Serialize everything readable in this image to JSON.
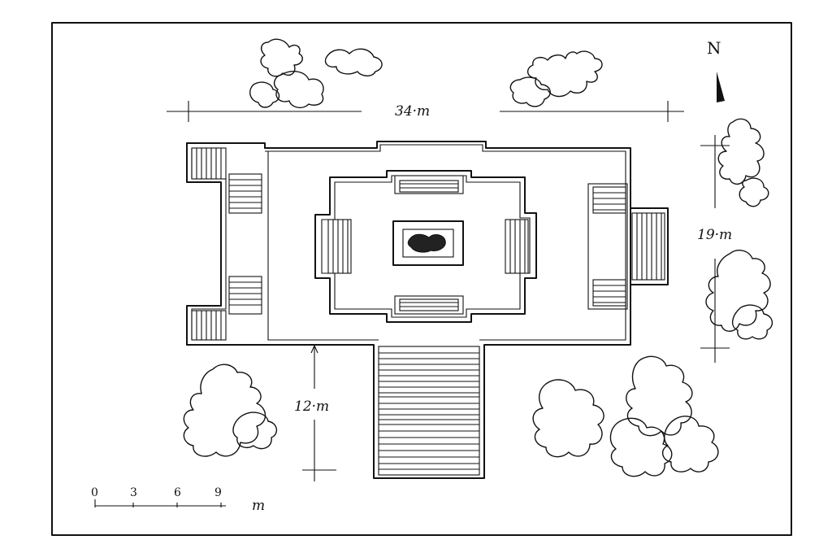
{
  "plan": {
    "north_label": "N",
    "dimensions": {
      "width": "34·m",
      "depth": "19·m",
      "stair_length": "12·m"
    },
    "scale_bar": {
      "ticks": [
        "0",
        "3",
        "6",
        "9"
      ],
      "unit": "m"
    }
  }
}
